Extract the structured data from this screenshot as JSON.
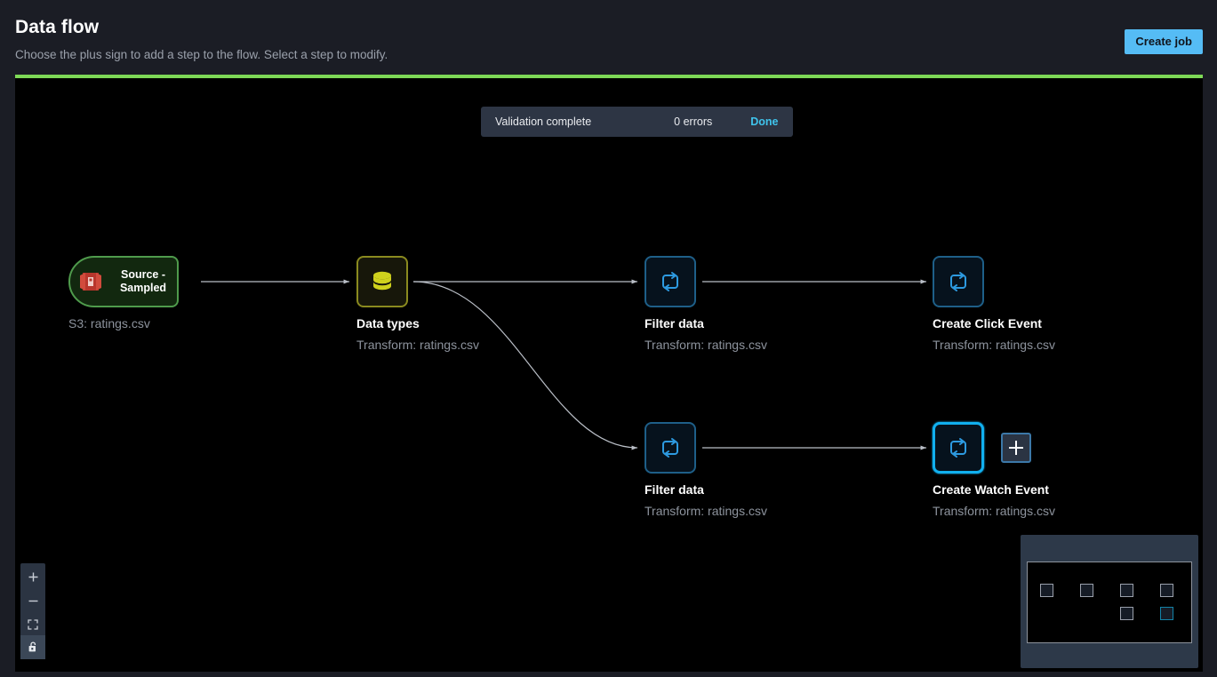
{
  "header": {
    "title": "Data flow",
    "subtitle": "Choose the plus sign to add a step to the flow. Select a step to modify.",
    "create_job_label": "Create job",
    "accent_color": "#55bcf5"
  },
  "canvas": {
    "top_bar_color": "#7ed957",
    "background": "#000000"
  },
  "validation": {
    "message": "Validation complete",
    "errors": "0 errors",
    "action_label": "Done",
    "action_color": "#3fc4ec"
  },
  "nodes": [
    {
      "id": "source-sampled",
      "kind": "source",
      "icon": "s3-bucket-icon",
      "box_label": "Source -\nSampled",
      "box_label_line1": "Source -",
      "box_label_line2": "Sampled",
      "title": "",
      "subtitle": "S3: ratings.csv",
      "selected": false,
      "border_color": "#4f9b4c",
      "fill_color": "#12280f"
    },
    {
      "id": "data-types",
      "kind": "datatypes",
      "icon": "database-icon",
      "title": "Data types",
      "subtitle": "Transform: ratings.csv",
      "selected": false,
      "border_color": "#8a8a1f",
      "fill_color": "#17170a"
    },
    {
      "id": "filter-data-top",
      "kind": "transform",
      "icon": "transform-loop-icon",
      "title": "Filter data",
      "subtitle": "Transform: ratings.csv",
      "selected": false,
      "border_color": "#1e5f88",
      "fill_color": "#06121d"
    },
    {
      "id": "create-click-event",
      "kind": "transform",
      "icon": "transform-loop-icon",
      "title": "Create Click Event",
      "subtitle": "Transform: ratings.csv",
      "selected": false,
      "border_color": "#1e5f88",
      "fill_color": "#06121d"
    },
    {
      "id": "filter-data-bottom",
      "kind": "transform",
      "icon": "transform-loop-icon",
      "title": "Filter data",
      "subtitle": "Transform: ratings.csv",
      "selected": false,
      "border_color": "#1e5f88",
      "fill_color": "#06121d"
    },
    {
      "id": "create-watch-event",
      "kind": "transform",
      "icon": "transform-loop-icon",
      "title": "Create Watch Event",
      "subtitle": "Transform: ratings.csv",
      "selected": true,
      "border_color": "#11b0ef",
      "fill_color": "#06121d"
    }
  ],
  "add_step_button": {
    "icon": "plus-icon",
    "tooltip": "Add a step"
  },
  "zoom_controls": [
    {
      "id": "zoom-in",
      "icon": "plus-icon",
      "active": false
    },
    {
      "id": "zoom-out",
      "icon": "minus-icon",
      "active": false
    },
    {
      "id": "fit-to-screen",
      "icon": "fit-screen-icon",
      "active": false
    },
    {
      "id": "lock-canvas",
      "icon": "lock-icon",
      "active": true
    }
  ],
  "minimap": {
    "panel_color": "#2d3949",
    "viewport_color": "#000000",
    "nodes": [
      {
        "id": "source-sampled",
        "selected": false
      },
      {
        "id": "data-types",
        "selected": false
      },
      {
        "id": "filter-data-top",
        "selected": false
      },
      {
        "id": "create-click-event",
        "selected": false
      },
      {
        "id": "filter-data-bottom",
        "selected": false
      },
      {
        "id": "create-watch-event",
        "selected": true
      }
    ]
  }
}
